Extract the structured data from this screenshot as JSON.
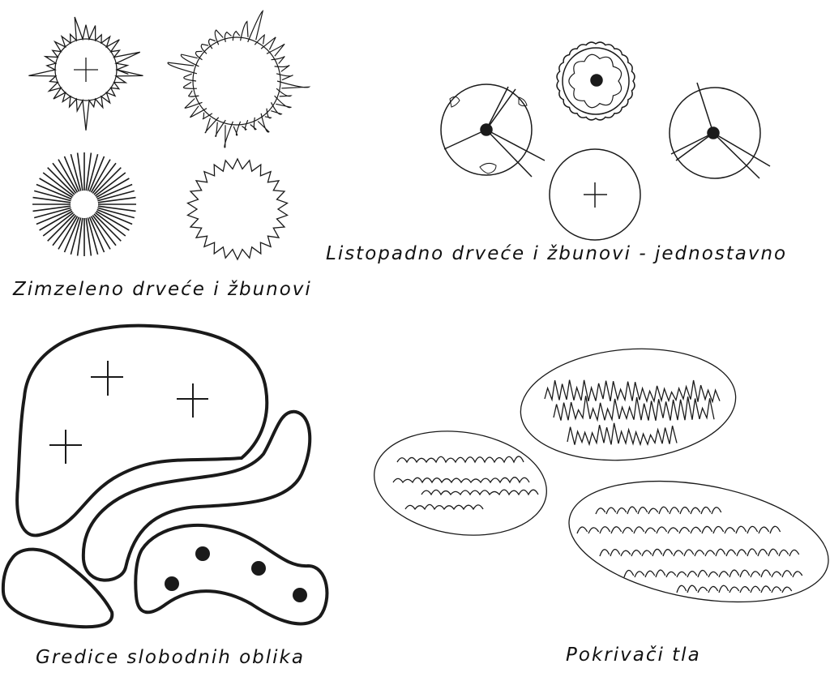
{
  "captions": {
    "evergreen": "Zimzeleno drveće i žbunovi",
    "deciduous": "Listopadno drveće i žbunovi - jednostavno",
    "beds": "Gredice slobodnih oblika",
    "ground_cover": "Pokrivači tla"
  },
  "colors": {
    "stroke": "#1a1a1a",
    "background": "#ffffff"
  }
}
